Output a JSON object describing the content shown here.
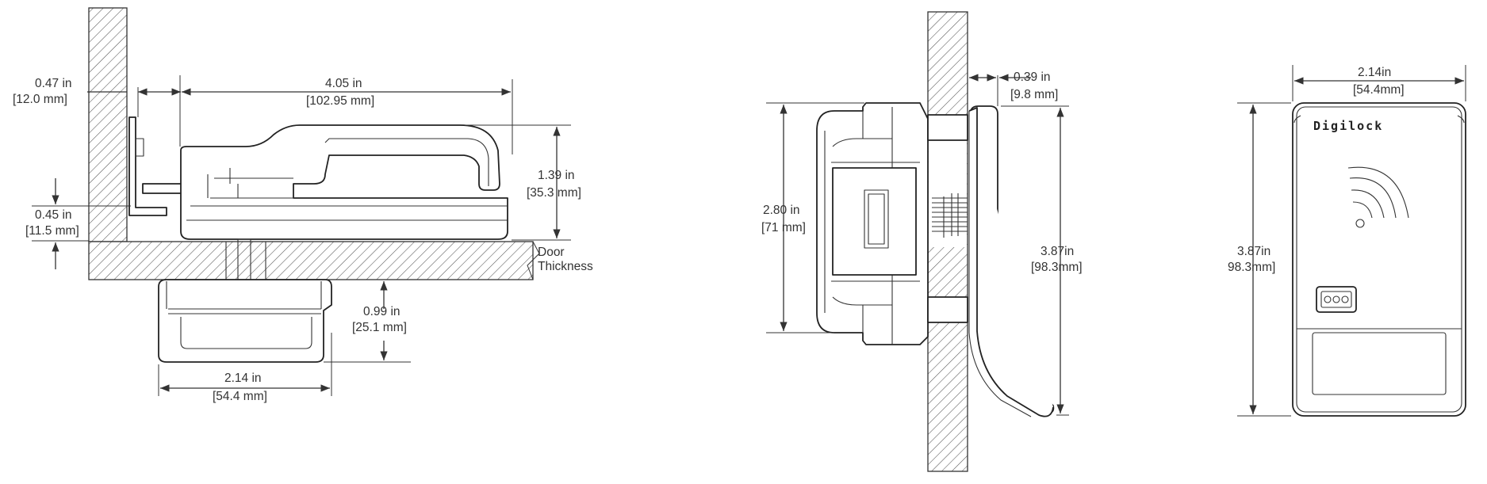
{
  "side_view": {
    "dim_047": [
      "0.47 in",
      "[12.0 mm]"
    ],
    "dim_405": [
      "4.05 in",
      "[102.95 mm]"
    ],
    "dim_139": [
      "1.39 in",
      "[35.3 mm]"
    ],
    "dim_045": [
      "0.45 in",
      "[11.5 mm]"
    ],
    "door_label": [
      "Door",
      "Thickness"
    ],
    "dim_099": [
      "0.99 in",
      "[25.1 mm]"
    ],
    "dim_214": [
      "2.14 in",
      "[54.4 mm]"
    ]
  },
  "middle_view": {
    "dim_039": [
      "0.39 in",
      "[9.8 mm]"
    ],
    "dim_280": [
      "2.80 in",
      "[71 mm]"
    ],
    "dim_387": [
      "3.87in",
      "[98.3mm]"
    ]
  },
  "front_view": {
    "dim_214": [
      "2.14in",
      "[54.4mm]"
    ],
    "dim_387": [
      "3.87in",
      "98.3mm]"
    ],
    "brand": "Digilock"
  },
  "colors": {
    "line": "#333333",
    "background": "#ffffff"
  },
  "icons": [
    "nfc-wireless-icon",
    "led-indicator-icon"
  ]
}
